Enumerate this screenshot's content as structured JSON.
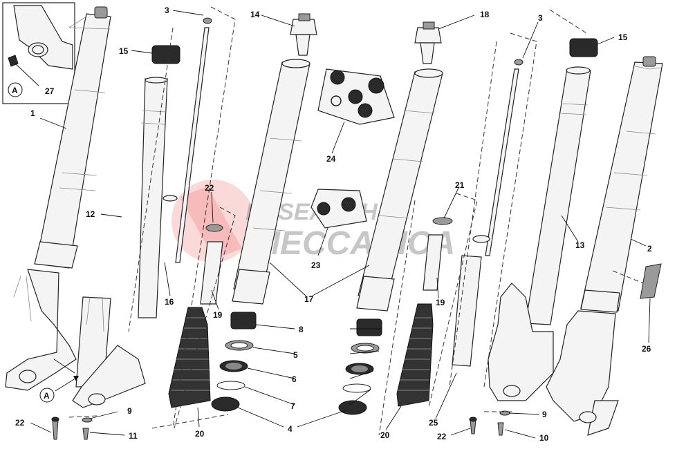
{
  "inset": {
    "callout": "A",
    "part": "27"
  },
  "callout_a": "A",
  "watermark": {
    "line1": "RESEARCH",
    "line2": "MECCANICA"
  },
  "labels": {
    "l1": "1",
    "l2": "2",
    "l3a": "3",
    "l3b": "3",
    "l4": "4",
    "l5": "5",
    "l6": "6",
    "l7": "7",
    "l8": "8",
    "l9a": "9",
    "l9b": "9",
    "l10": "10",
    "l11": "11",
    "l12": "12",
    "l13": "13",
    "l14": "14",
    "l15a": "15",
    "l15b": "15",
    "l16": "16",
    "l17": "17",
    "l18": "18",
    "l19a": "19",
    "l19b": "19",
    "l20a": "20",
    "l20b": "20",
    "l21": "21",
    "l22a": "22",
    "l22b": "22",
    "l22c": "22",
    "l23": "23",
    "l24": "24",
    "l25": "25",
    "l26": "26"
  },
  "colors": {
    "watermark_red": "#e6332a",
    "line": "#222222",
    "part_fill": "#f4f4f4"
  }
}
